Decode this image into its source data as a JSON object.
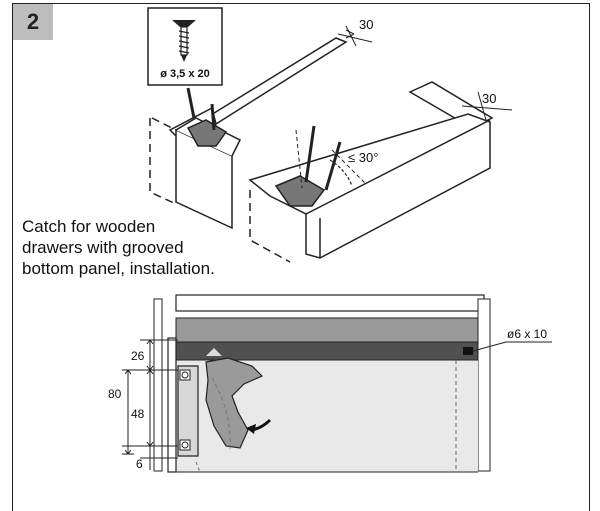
{
  "step": "2",
  "caption": "Catch for wooden\ndrawers with grooved\nbottom panel, installation.",
  "screw": {
    "spec": "ø 3,5 x 20",
    "icon": "screw-icon"
  },
  "dimensions": {
    "rail_left": "30",
    "rail_right": "30",
    "angle": "≤ 30°",
    "hole": "ø6 x 10",
    "d26": "26",
    "d80": "80",
    "d48": "48",
    "d6": "6"
  },
  "colors": {
    "panel_gray": "#9a9a9a",
    "dark_bar": "#505050",
    "light_fill": "#e9e9e9"
  }
}
